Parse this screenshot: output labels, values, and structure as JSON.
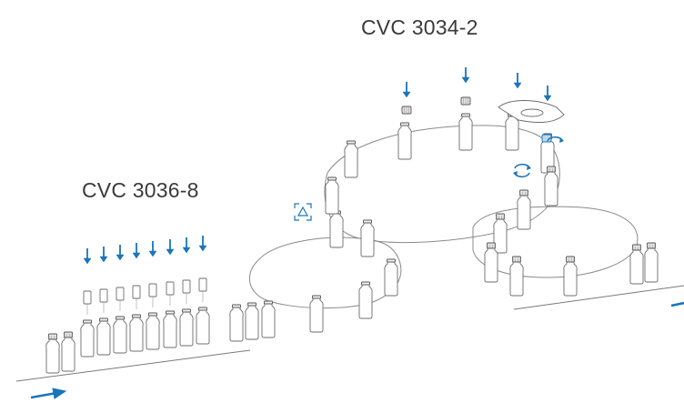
{
  "machines": [
    {
      "id": "capper",
      "label": "CVC 3034-2"
    },
    {
      "id": "filler",
      "label": "CVC 3036-8"
    }
  ],
  "colors": {
    "arrow": "#1a75bb",
    "line": "#7a7a7a",
    "text": "#3a3a3a",
    "cap": "#e4e4e4"
  },
  "icons": [
    "down-arrow-icon",
    "rotate-arrow-icon",
    "warning-sensor-icon",
    "flow-direction-arrow-icon"
  ]
}
